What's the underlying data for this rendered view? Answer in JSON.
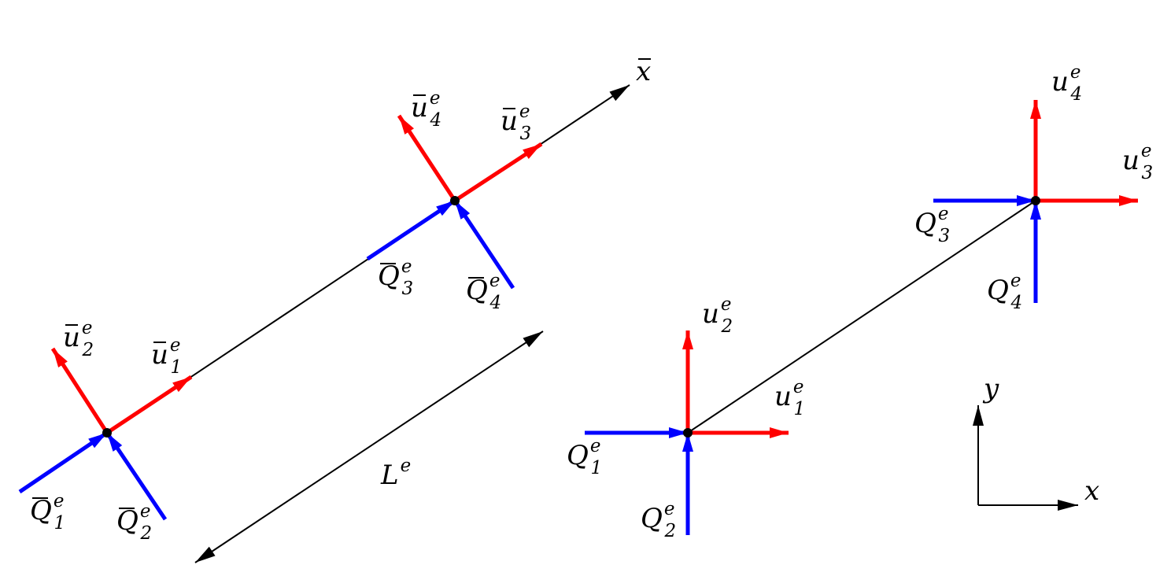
{
  "colors": {
    "displacement": "#ff0000",
    "force": "#0000ff",
    "line": "#000000"
  },
  "local_element": {
    "axis_label": {
      "symbol": "x",
      "bar": true,
      "sub": "",
      "sup": ""
    },
    "length_label": {
      "symbol": "L",
      "bar": false,
      "sub": "",
      "sup": "e"
    },
    "displacements": [
      {
        "symbol": "u",
        "bar": true,
        "sub": "1",
        "sup": "e"
      },
      {
        "symbol": "u",
        "bar": true,
        "sub": "2",
        "sup": "e"
      },
      {
        "symbol": "u",
        "bar": true,
        "sub": "3",
        "sup": "e"
      },
      {
        "symbol": "u",
        "bar": true,
        "sub": "4",
        "sup": "e"
      }
    ],
    "forces": [
      {
        "symbol": "Q",
        "bar": true,
        "sub": "1",
        "sup": "e"
      },
      {
        "symbol": "Q",
        "bar": true,
        "sub": "2",
        "sup": "e"
      },
      {
        "symbol": "Q",
        "bar": true,
        "sub": "3",
        "sup": "e"
      },
      {
        "symbol": "Q",
        "bar": true,
        "sub": "4",
        "sup": "e"
      }
    ]
  },
  "global_element": {
    "displacements": [
      {
        "symbol": "u",
        "bar": false,
        "sub": "1",
        "sup": "e"
      },
      {
        "symbol": "u",
        "bar": false,
        "sub": "2",
        "sup": "e"
      },
      {
        "symbol": "u",
        "bar": false,
        "sub": "3",
        "sup": "e"
      },
      {
        "symbol": "u",
        "bar": false,
        "sub": "4",
        "sup": "e"
      }
    ],
    "forces": [
      {
        "symbol": "Q",
        "bar": false,
        "sub": "1",
        "sup": "e"
      },
      {
        "symbol": "Q",
        "bar": false,
        "sub": "2",
        "sup": "e"
      },
      {
        "symbol": "Q",
        "bar": false,
        "sub": "3",
        "sup": "e"
      },
      {
        "symbol": "Q",
        "bar": false,
        "sub": "4",
        "sup": "e"
      }
    ]
  },
  "global_axes": {
    "x_label": "x",
    "y_label": "y"
  }
}
